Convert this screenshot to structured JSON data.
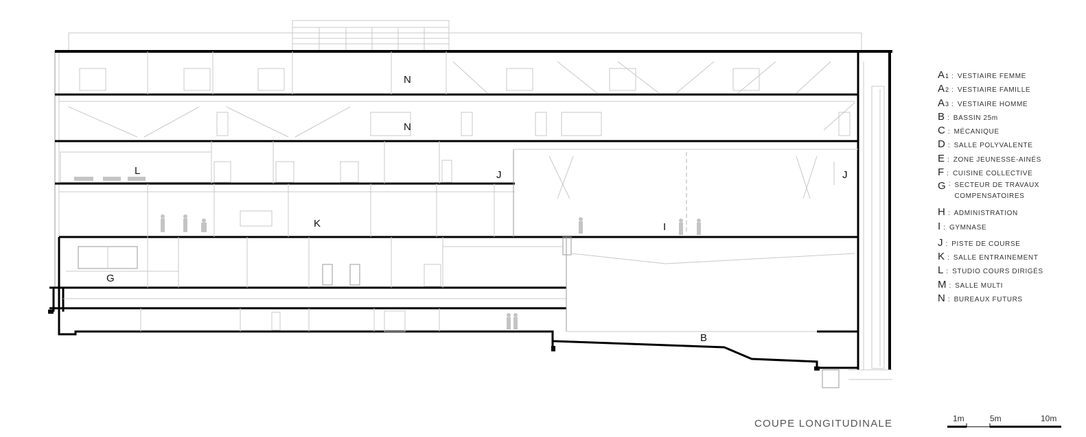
{
  "title": "COUPE LONGITUDINALE",
  "room_labels": {
    "N_top": "N",
    "N_mid": "N",
    "L": "L",
    "J_left": "J",
    "J_right": "J",
    "K": "K",
    "I": "I",
    "G": "G",
    "B": "B"
  },
  "legend": [
    {
      "key": "A",
      "sub": "1",
      "text": "VESTIAIRE FEMME"
    },
    {
      "key": "A",
      "sub": "2",
      "text": "VESTIAIRE FAMILLE"
    },
    {
      "key": "A",
      "sub": "3",
      "text": "VESTIAIRE HOMME"
    },
    {
      "key": "B",
      "sub": "",
      "text": "BASSIN 25m"
    },
    {
      "key": "C",
      "sub": "",
      "text": "MÉCANIQUE"
    },
    {
      "key": "D",
      "sub": "",
      "text": "SALLE POLYVALENTE"
    },
    {
      "key": "E",
      "sub": "",
      "text": "ZONE JEUNESSE-AINÉS"
    },
    {
      "key": "F",
      "sub": "",
      "text": "CUISINE COLLECTIVE"
    },
    {
      "key": "G",
      "sub": "",
      "text": "SECTEUR DE TRAVAUX",
      "text2": "COMPENSATOIRES"
    },
    {
      "key": "H",
      "sub": "",
      "text": "ADMINISTRATION"
    },
    {
      "key": "I",
      "sub": "",
      "text": "GYMNASE"
    },
    {
      "key": "J",
      "sub": "",
      "text": "PISTE DE COURSE"
    },
    {
      "key": "K",
      "sub": "",
      "text": "SALLE ENTRAINEMENT"
    },
    {
      "key": "L",
      "sub": "",
      "text": "STUDIO COURS DIRIGÉS"
    },
    {
      "key": "M",
      "sub": "",
      "text": "SALLE MULTI"
    },
    {
      "key": "N",
      "sub": "",
      "text": "BUREAUX FUTURS"
    }
  ],
  "scale": {
    "s1": "1m",
    "s5": "5m",
    "s10": "10m"
  }
}
